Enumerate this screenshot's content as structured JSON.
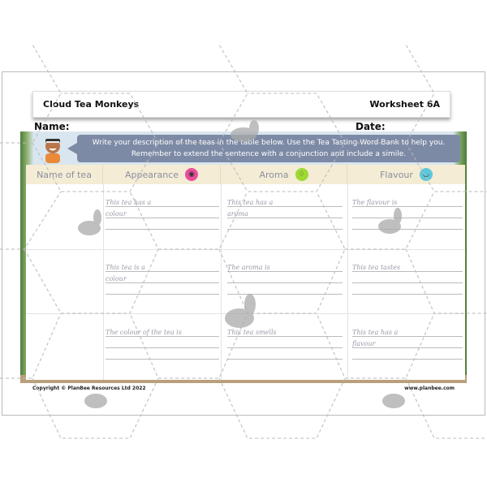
{
  "header": {
    "title": "Cloud Tea Monkeys",
    "worksheet": "Worksheet 6A"
  },
  "fields": {
    "name_label": "Name:",
    "date_label": "Date:"
  },
  "instructions": "Write your description of the teas in the table below. Use the Tea Tasting Word Bank to help you. Remember to extend the sentence with a conjunction and include a simile.",
  "table": {
    "columns": [
      {
        "label": "Name of tea",
        "icon": ""
      },
      {
        "label": "Appearance",
        "icon": "eye-icon",
        "color": "#e94f9b"
      },
      {
        "label": "Aroma",
        "icon": "nose-icon",
        "color": "#9ed832"
      },
      {
        "label": "Flavour",
        "icon": "tongue-icon",
        "color": "#5fc7d8"
      }
    ],
    "rows": [
      {
        "appearance": [
          "This tea has a",
          "colour"
        ],
        "aroma": [
          "This tea has a",
          "aroma"
        ],
        "flavour": [
          "The flavour is",
          ""
        ]
      },
      {
        "appearance": [
          "This tea is a",
          "colour"
        ],
        "aroma": [
          "The aroma is",
          ""
        ],
        "flavour": [
          "This tea tastes",
          ""
        ]
      },
      {
        "appearance": [
          "The colour of the tea is",
          ""
        ],
        "aroma": [
          "This tea smells",
          ""
        ],
        "flavour": [
          "This tea has a",
          "flavour"
        ]
      }
    ]
  },
  "footer": {
    "copyright": "Copyright © PlanBee Resources Ltd 2022",
    "website": "www.planbee.com"
  }
}
